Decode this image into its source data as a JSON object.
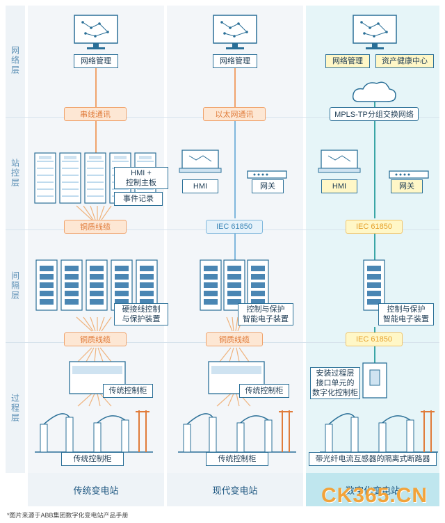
{
  "rows": [
    "网络层",
    "站控层",
    "间隔层",
    "过程层"
  ],
  "columns": [
    {
      "footer": "传统变电站",
      "network": [
        "网络管理"
      ],
      "comm1": "串线通讯",
      "station_labels": [
        "HMI +\n控制主板",
        "事件记录"
      ],
      "comm2": "铜质线缆",
      "bay_label": "硬接线控制\n与保护装置",
      "comm3": "铜质线缆",
      "process_label": "传统控制柜",
      "switchgear_label": "传统控制柜"
    },
    {
      "footer": "现代变电站",
      "network": [
        "网络管理"
      ],
      "comm1": "以太网通讯",
      "station_hmi": "HMI",
      "station_gw": "网关",
      "comm2": "IEC 61850",
      "bay_label": "控制与保护\n智能电子装置",
      "comm3": "铜质线缆",
      "process_label": "传统控制柜",
      "switchgear_label": "传统控制柜"
    },
    {
      "footer": "数字化变电站",
      "network": [
        "网络管理",
        "资产健康中心"
      ],
      "comm1": "MPLS-TP分组交换网络",
      "station_hmi": "HMI",
      "station_gw": "网关",
      "comm2": "IEC 61850",
      "bay_label": "控制与保护\n智能电子装置",
      "comm3": "IEC 61850",
      "process_label": "安装过程层\n接口单元的\n数字化控制柜",
      "switchgear_label": "带光纤电流互感器的隔离式断路器"
    }
  ],
  "footnote": "*图片来源于ABB集团数字化变电站产品手册",
  "watermark": "CK365.CN",
  "colors": {
    "orange": "#e07b39",
    "blue": "#3f88b8",
    "yellow": "#e5a02a",
    "dark": "#2a6f97"
  }
}
